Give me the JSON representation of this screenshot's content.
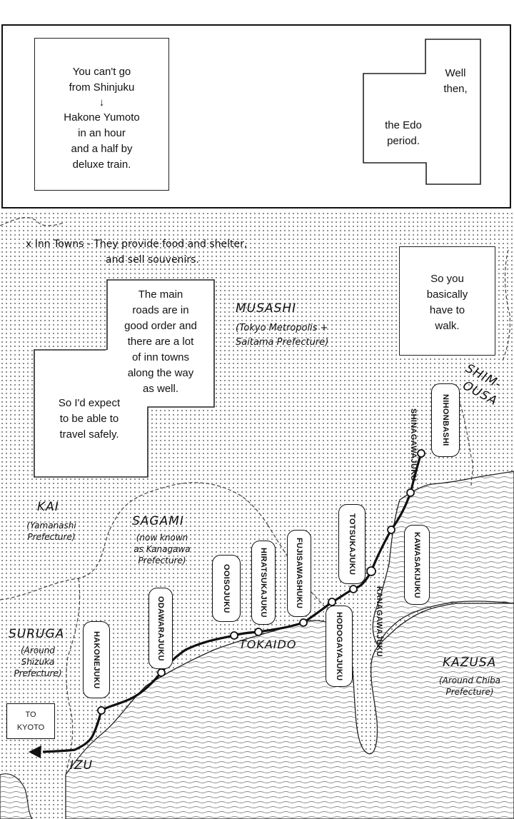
{
  "top_panel": {
    "left_bubble_lines": [
      "You can't go",
      "from Shinjuku",
      "↓",
      "Hakone Yumoto",
      "in an hour",
      "and a half by",
      "deluxe train."
    ],
    "right_bubble_lines_a": [
      "Well",
      "then,"
    ],
    "right_bubble_lines_b": [
      "the Edo",
      "period."
    ]
  },
  "map_panel": {
    "footnote_line1": "x Inn Towns - They provide food and shelter,",
    "footnote_line2": "and sell souvenirs.",
    "bubble_main_lines": [
      "The main",
      "roads are in",
      "good order and",
      "there are a lot",
      "of inn towns",
      "along the way",
      "as well."
    ],
    "bubble_expect_lines": [
      "So I'd expect",
      "to be able to",
      "travel safely."
    ],
    "bubble_walk_lines": [
      "So you",
      "basically",
      "have to",
      "walk."
    ],
    "regions": {
      "musashi": "MUSASHI",
      "musashi_sub1": "(Tokyo Metropolis +",
      "musashi_sub2": "Saitama Prefecture)",
      "shimousa_1": "SHIM-",
      "shimousa_2": "OUSA",
      "kai": "KAI",
      "kai_sub1": "(Yamanashi",
      "kai_sub2": "Prefecture)",
      "sagami": "SAGAMI",
      "sagami_sub1": "(now known",
      "sagami_sub2": "as Kanagawa",
      "sagami_sub3": "Prefecture)",
      "suruga": "SURUGA",
      "suruga_sub1": "(Around",
      "suruga_sub2": "Shizuka",
      "suruga_sub3": "Prefecture)",
      "kazusa": "KAZUSA",
      "kazusa_sub1": "(Around Chiba",
      "kazusa_sub2": "Prefecture)",
      "izu": "IZU"
    },
    "road_label": "TOKAIDO",
    "kyoto_sign_line1": "TO",
    "kyoto_sign_line2": "KYOTO",
    "stations": {
      "nihonbashi": "NIHONBASHI",
      "shinagawajuku": "SHINAGAWAJUKU",
      "kawasakijuku": "KAWASAKIJUKU",
      "totsukajuku": "TOTSUKAJUKU",
      "kanagawajuku": "KANAGAWAJUKU",
      "fujisawashuku": "FUJISAWASHUKU",
      "hiratsukajuku": "HIRATSUKAJUKU",
      "hodogayajuku": "HODOGAYAJUKU",
      "ooisojuku": "OOISOJUKU",
      "odawarajuku": "ODAWARAJUKU",
      "hakonejuku": "HAKONEJUKU"
    }
  }
}
